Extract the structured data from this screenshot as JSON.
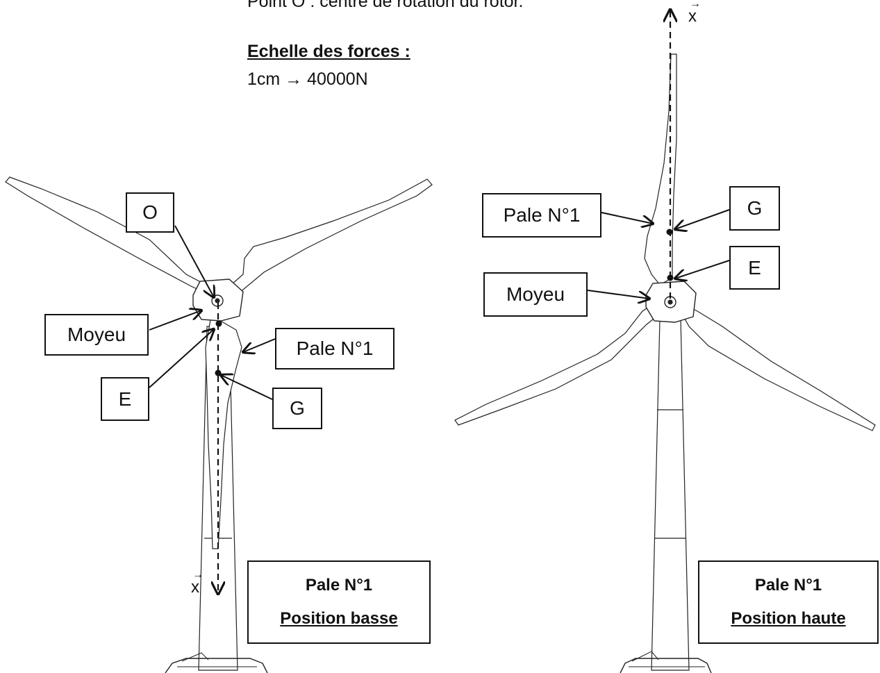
{
  "header": {
    "point_o": "Point O : centre de rotation du rotor."
  },
  "scale": {
    "title": "Echelle des forces :",
    "value": "1cm → 40000N"
  },
  "left_turbine": {
    "labels": {
      "o": "O",
      "moyeu": "Moyeu",
      "e": "E",
      "pale": "Pale N°1",
      "g": "G"
    },
    "axis": "x",
    "info": {
      "line1": "Pale N°1",
      "line2": "Position basse"
    }
  },
  "right_turbine": {
    "labels": {
      "pale": "Pale N°1",
      "g": "G",
      "e": "E",
      "moyeu": "Moyeu"
    },
    "axis": "x",
    "info": {
      "line1": "Pale N°1",
      "line2": "Position haute"
    }
  }
}
